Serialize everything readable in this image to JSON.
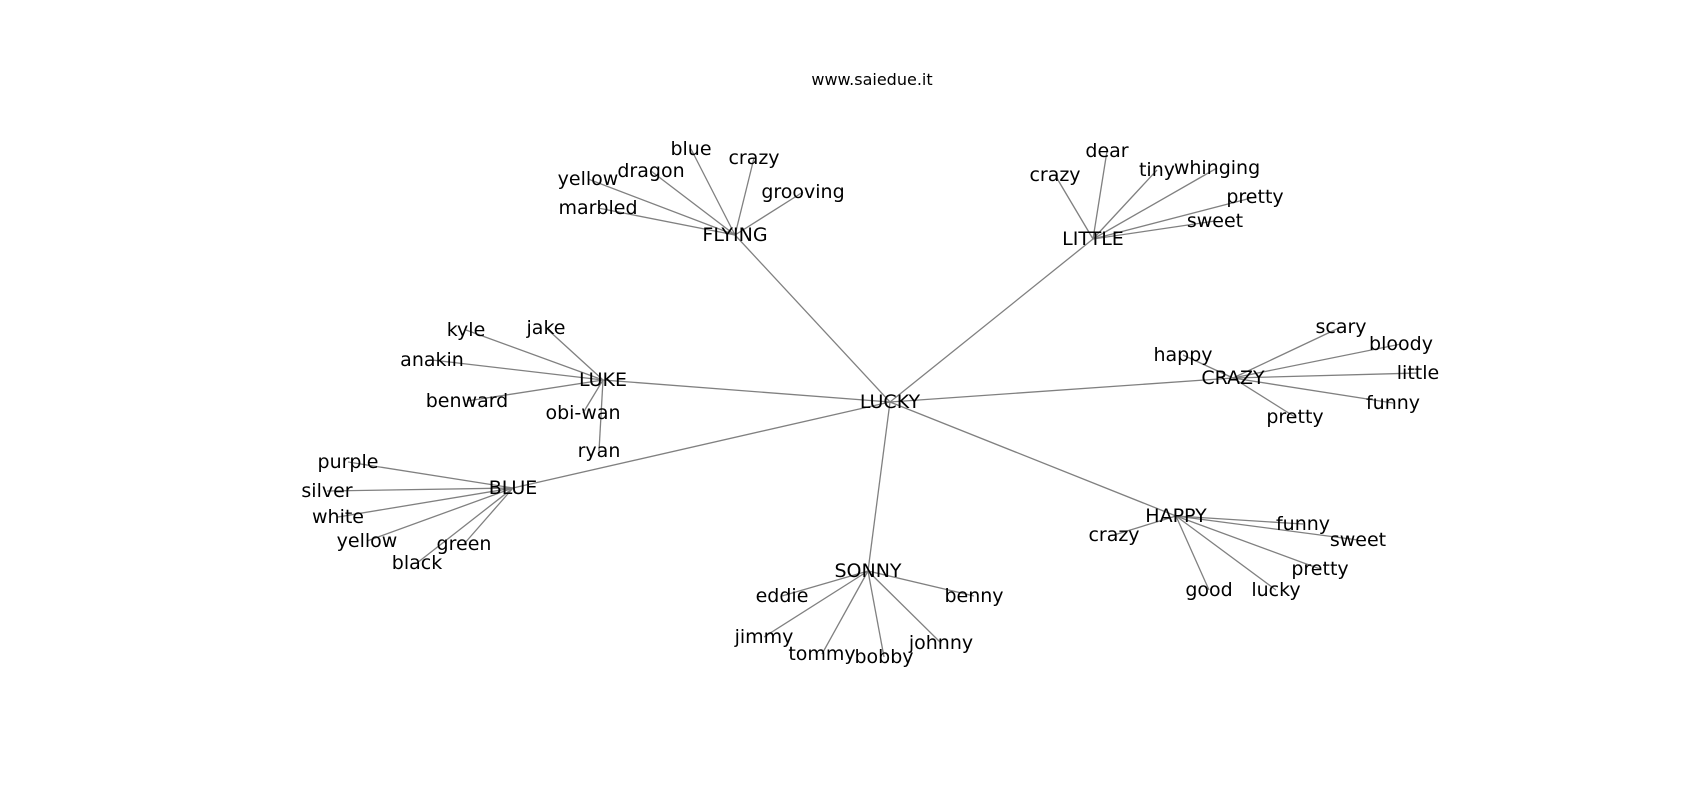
{
  "watermark": "www.saiedue.it",
  "graph": {
    "root": "LUCKY",
    "hubs": [
      {
        "id": "FLYING",
        "children": [
          "marbled",
          "yellow",
          "dragon",
          "blue",
          "crazy",
          "grooving"
        ]
      },
      {
        "id": "LITTLE",
        "children": [
          "crazy",
          "dear",
          "tiny",
          "whinging",
          "pretty",
          "sweet"
        ]
      },
      {
        "id": "LUKE",
        "children": [
          "kyle",
          "jake",
          "anakin",
          "benward",
          "obi-wan",
          "ryan"
        ]
      },
      {
        "id": "CRAZY",
        "children": [
          "happy",
          "scary",
          "bloody",
          "little",
          "funny",
          "pretty"
        ]
      },
      {
        "id": "BLUE",
        "children": [
          "purple",
          "silver",
          "white",
          "yellow",
          "black",
          "green"
        ]
      },
      {
        "id": "SONNY",
        "children": [
          "eddie",
          "benny",
          "jimmy",
          "tommy",
          "bobby",
          "johnny"
        ]
      },
      {
        "id": "HAPPY",
        "children": [
          "crazy",
          "funny",
          "sweet",
          "pretty",
          "good",
          "lucky"
        ]
      }
    ]
  },
  "colors": {
    "edge": "#808080",
    "text": "#000000",
    "background": "#ffffff"
  }
}
